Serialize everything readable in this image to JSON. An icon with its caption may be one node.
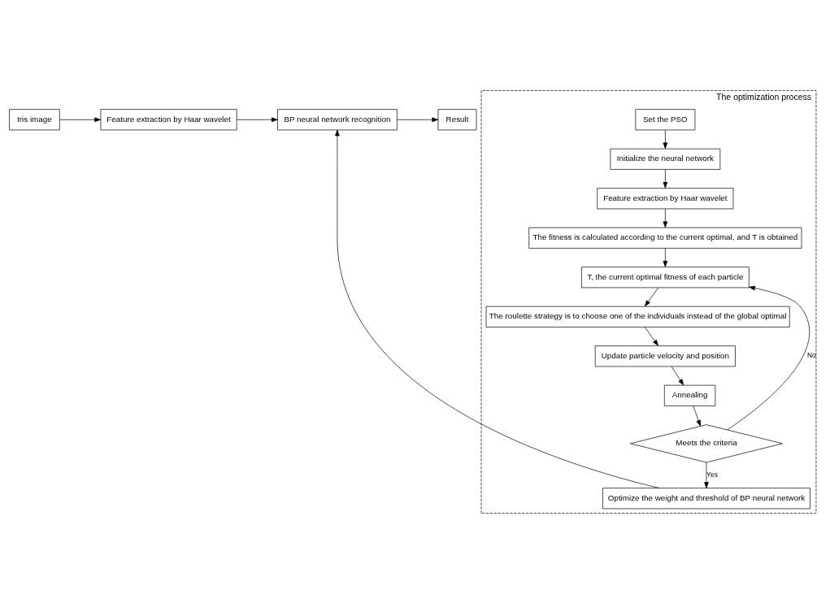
{
  "diagram": {
    "nodes": [
      {
        "text": [
          "Iris image"
        ]
      },
      {
        "text": [
          "Feature extraction by Haar wavelet"
        ]
      },
      {
        "text": [
          "BP neural network recognition"
        ]
      },
      {
        "text": [
          "Result"
        ]
      },
      {
        "text": [
          "The optimization process"
        ]
      },
      {
        "text": [
          "Set the PSO"
        ],
        "in": 4
      },
      {
        "text": [
          "Initialize the neural network"
        ],
        "in": 4
      },
      {
        "text": [
          "Feature extraction by Haar wavelet"
        ],
        "in": 4
      },
      {
        "text": [
          "The fitness is calculated according to the current optimal, and T is obtained"
        ],
        "in": 4
      },
      {
        "text": [
          "T, the current optimal fitness of each particle"
        ],
        "in": 4
      },
      {
        "text": [
          "The roulette strategy is to choose one of the individuals instead of the global optimal"
        ],
        "in": 4
      },
      {
        "text": [
          "Update particle velocity and position"
        ],
        "in": 4
      },
      {
        "text": [
          "Annealing"
        ],
        "in": 4
      },
      {
        "text": [
          "Meets the criteria"
        ],
        "in": 4
      },
      {
        "text": [
          "Optimize the weight and threshold of BP neural network"
        ],
        "in": 4
      }
    ],
    "edges": [
      {
        "from": 0,
        "to": 1,
        "arrow": "to"
      },
      {
        "from": 1,
        "to": 2,
        "arrow": "to"
      },
      {
        "from": 2,
        "to": 3,
        "arrow": "to"
      },
      {
        "from": 14,
        "to": 2,
        "arrow": "to"
      },
      {
        "from": 5,
        "to": 6,
        "arrow": "to"
      },
      {
        "from": 6,
        "to": 7,
        "arrow": "to"
      },
      {
        "from": 7,
        "to": 8,
        "arrow": "to"
      },
      {
        "from": 8,
        "to": 9,
        "arrow": "to"
      },
      {
        "from": 9,
        "to": 10,
        "arrow": "to"
      },
      {
        "from": 10,
        "to": 11,
        "arrow": "to"
      },
      {
        "from": 11,
        "to": 12,
        "arrow": "to"
      },
      {
        "from": 12,
        "to": 13,
        "arrow": "to"
      },
      {
        "from": 13,
        "to": 14,
        "arrow": "to",
        "label": "Yes"
      },
      {
        "from": 13,
        "to": 9,
        "arrow": "to",
        "label": "No"
      }
    ]
  }
}
